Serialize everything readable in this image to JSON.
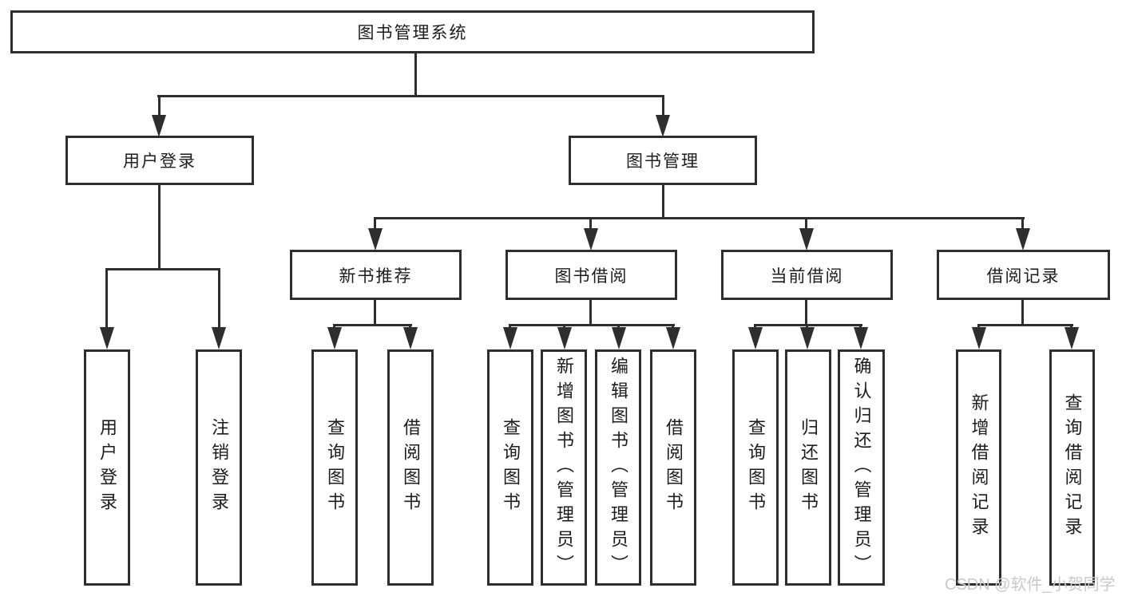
{
  "diagram": {
    "root": {
      "label": "图书管理系统"
    },
    "level2": [
      {
        "id": "user-login",
        "label": "用户登录"
      },
      {
        "id": "book-management",
        "label": "图书管理"
      }
    ],
    "level3": [
      {
        "id": "new-book-recommendation",
        "label": "新书推荐",
        "parent": "图书管理"
      },
      {
        "id": "book-borrowing",
        "label": "图书借阅",
        "parent": "图书管理"
      },
      {
        "id": "current-borrowing",
        "label": "当前借阅",
        "parent": "图书管理"
      },
      {
        "id": "borrowing-records",
        "label": "借阅记录",
        "parent": "图书管理"
      }
    ],
    "leaves": [
      {
        "label": "用户登录",
        "parent": "用户登录"
      },
      {
        "label": "注销登录",
        "parent": "用户登录"
      },
      {
        "label": "查询图书",
        "parent": "新书推荐"
      },
      {
        "label": "借阅图书",
        "parent": "新书推荐"
      },
      {
        "label": "查询图书",
        "parent": "图书借阅"
      },
      {
        "label": "新增图书（管理员）",
        "parent": "图书借阅"
      },
      {
        "label": "编辑图书（管理员）",
        "parent": "图书借阅"
      },
      {
        "label": "借阅图书",
        "parent": "图书借阅"
      },
      {
        "label": "查询图书",
        "parent": "当前借阅"
      },
      {
        "label": "归还图书",
        "parent": "当前借阅"
      },
      {
        "label": "确认归还（管理员）",
        "parent": "当前借阅"
      },
      {
        "label": "新增借阅记录",
        "parent": "借阅记录"
      },
      {
        "label": "查询借阅记录",
        "parent": "借阅记录"
      }
    ]
  },
  "watermark": {
    "text": "CSDN @软件_小贺同学"
  },
  "colors": {
    "line": "#2e2e2e",
    "text": "#1c1c1c",
    "background": "#ffffff",
    "watermark": "#c9c9c9"
  }
}
